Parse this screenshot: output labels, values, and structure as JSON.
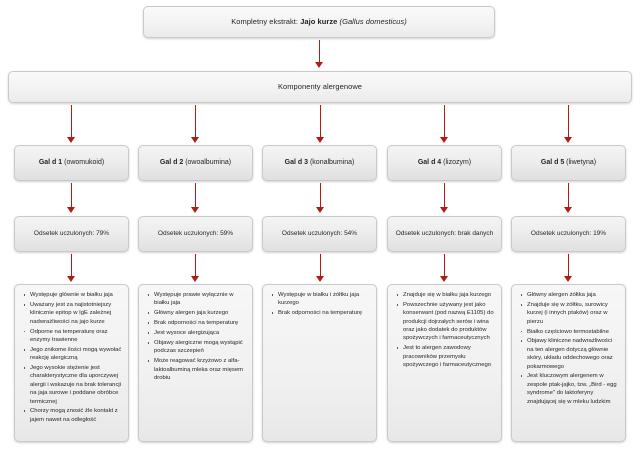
{
  "diagram": {
    "title_row": {
      "prefix": "Kompletny ekstrakt: ",
      "bold": "Jajo kurze",
      "italic_suffix": " (Gallus domesticus)"
    },
    "components_row": {
      "label": "Komponenty alergenowe"
    },
    "allergens": [
      {
        "code": "Gal d 1",
        "paren": "(owomukoid)",
        "sensitized": "Odsetek uczulonych: 79%",
        "bullets": [
          "Występuje głównie w białku jaja",
          "Uważany jest za najistotniejszy klinicznie epitop w IgE zależnej nadwrażliwości na jajo kurze",
          "Odporne na temperaturę oraz enzymy trawienne",
          "Jego znikome ilości mogą wywołać reakcję alergiczną",
          "Jego wysokie stężenie jest charakterystyczne dla uporczywej alergii i wskazuje na brak tolerancji na jaja surowe i poddane obróbce termicznej",
          "Chorzy mogą znosić źle kontakt z jajem nawet na odległość"
        ]
      },
      {
        "code": "Gal d 2",
        "paren": "(owoalbumina)",
        "sensitized": "Odsetek uczulonych: 59%",
        "bullets": [
          "Występuje prawie wyłącznie w białku jaja",
          "Główny alergen jaja kurzego",
          "Brak odporności na temperaturę",
          "Jest wysoce alergizująca",
          "Objawy alergiczne mogą wystąpić podczas szczepień",
          "Może reagować krzyżowo z alfa-laktoalbuminą mleka oraz mięsem drobiu"
        ]
      },
      {
        "code": "Gal d 3",
        "paren": "(konalbumina)",
        "sensitized": "Odsetek uczulonych: 54%",
        "bullets": [
          "Występuje w białku i żółtku jaja kurzego",
          "Brak odporności na temperaturę"
        ]
      },
      {
        "code": "Gal d 4",
        "paren": "(lizozym)",
        "sensitized": "Odsetek uczulonych: brak danych",
        "bullets": [
          "Znajduje się w białku jaja kurzego",
          "Powszechnie używany jest jako konserwant (pod nazwą E1105) do produkcji dojrzałych serów i wina oraz jako dodatek do produktów spożywczych i farmaceutycznych",
          "Jest to alergen zawodowy pracowników przemysłu spożywczego i farmaceutycznego"
        ]
      },
      {
        "code": "Gal d 5",
        "paren": "(liwetyna)",
        "sensitized": "Odsetek uczulonych: 19%",
        "bullets": [
          "Główny alergen żółtka jaja",
          "Znajduje się w żółtku, surowicy kurzej (i innych ptaków) oraz w pierzu",
          "Białko częściowo termostabilne",
          "Objawy kliniczne nadwrażliwości na ten alergen dotyczą głównie skóry, układu oddechowego oraz pokarmowego",
          "Jest kluczowym alergenem w zespole ptak-jajko, tzw. „Bird - egg syndrome\" do laktoferyny znajdującej się w mleku ludzkim"
        ]
      }
    ],
    "colors": {
      "arrow": "#b01b17",
      "box_border": "#c9c9c9",
      "box_fill_top": "#f4f4f4",
      "box_fill_bottom": "#e0e0e0",
      "text": "#231f20"
    }
  }
}
